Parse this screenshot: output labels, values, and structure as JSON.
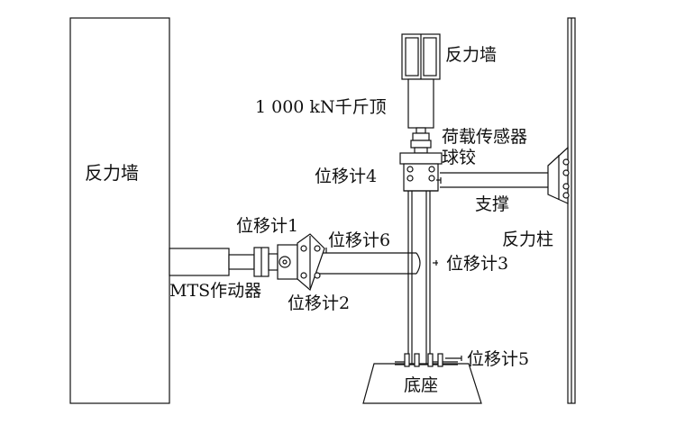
{
  "labels": {
    "reaction_wall_top": "反力墙",
    "jack": "1 000 kN千斤顶",
    "load_sensor": "荷载传感器",
    "ball_hinge": "球铰",
    "reaction_wall_left": "反力墙",
    "disp4": "位移计4",
    "brace": "支撑",
    "reaction_column": "反力柱",
    "disp1": "位移计1",
    "disp6": "位移计6",
    "disp3": "位移计3",
    "mts": "MTS作动器",
    "disp2": "位移计2",
    "disp5": "位移计5",
    "base": "底座"
  }
}
